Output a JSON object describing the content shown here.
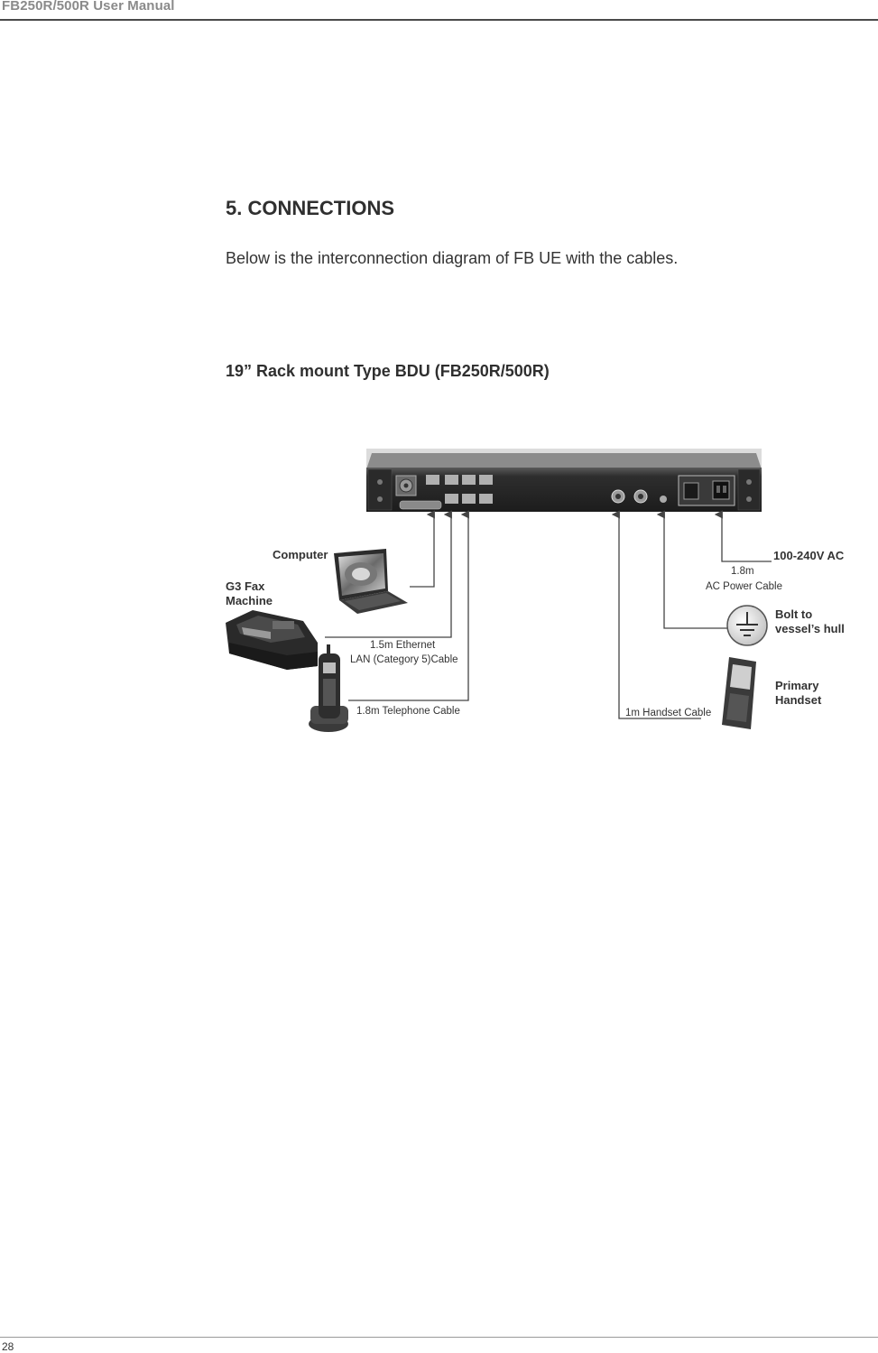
{
  "header": {
    "title": "FB250R/500R User Manual"
  },
  "section": {
    "title": "5. CONNECTIONS",
    "intro": "Below is the interconnection diagram of FB UE with the cables."
  },
  "figure": {
    "caption": "19” Rack mount Type BDU (FB250R/500R)",
    "labels": {
      "computer": "Computer",
      "fax_line1": "G3 Fax",
      "fax_line2": "Machine",
      "ethernet_line1": "1.5m Ethernet",
      "ethernet_line2": "LAN (Category 5)Cable",
      "telephone_cable": "1.8m Telephone Cable",
      "power": "100-240V AC",
      "power_cable_line1": "1.8m",
      "power_cable_line2": "AC Power Cable",
      "ground_line1": "Bolt to",
      "ground_line2": "vessel’s hull",
      "handset_line1": "Primary",
      "handset_line2": "Handset",
      "handset_cable": "1m Handset Cable"
    }
  },
  "footer": {
    "page_number": "28"
  }
}
